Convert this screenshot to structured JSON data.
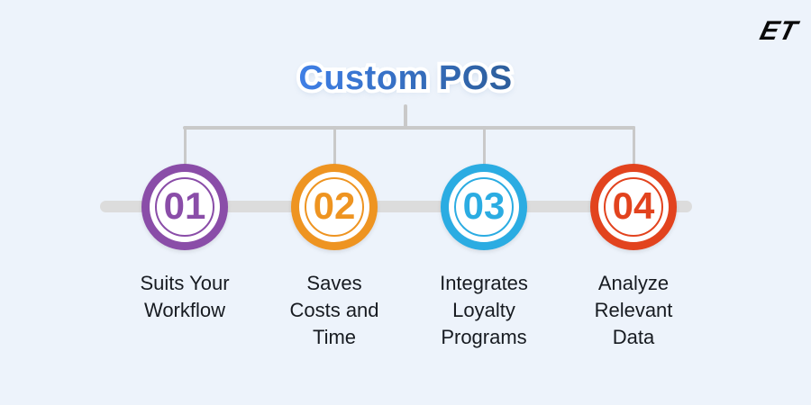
{
  "title": {
    "text": "Custom POS"
  },
  "logo": {
    "text": "ET"
  },
  "steps": [
    {
      "number": "01",
      "label": "Suits Your\nWorkflow",
      "color": "#8A4DA8"
    },
    {
      "number": "02",
      "label": "Saves\nCosts and\nTime",
      "color": "#EE9421"
    },
    {
      "number": "03",
      "label": "Integrates\nLoyalty\nPrograms",
      "color": "#2BACE2"
    },
    {
      "number": "04",
      "label": "Analyze\nRelevant\nData",
      "color": "#E2431E"
    }
  ],
  "colors": {
    "background": "#EDF3FB",
    "title_gradient_start": "#3F7FE6",
    "title_gradient_end": "#2D5E9B",
    "connector": "#C9C9C9",
    "backbone": "#DCDCDC",
    "label_text": "#171B21"
  }
}
